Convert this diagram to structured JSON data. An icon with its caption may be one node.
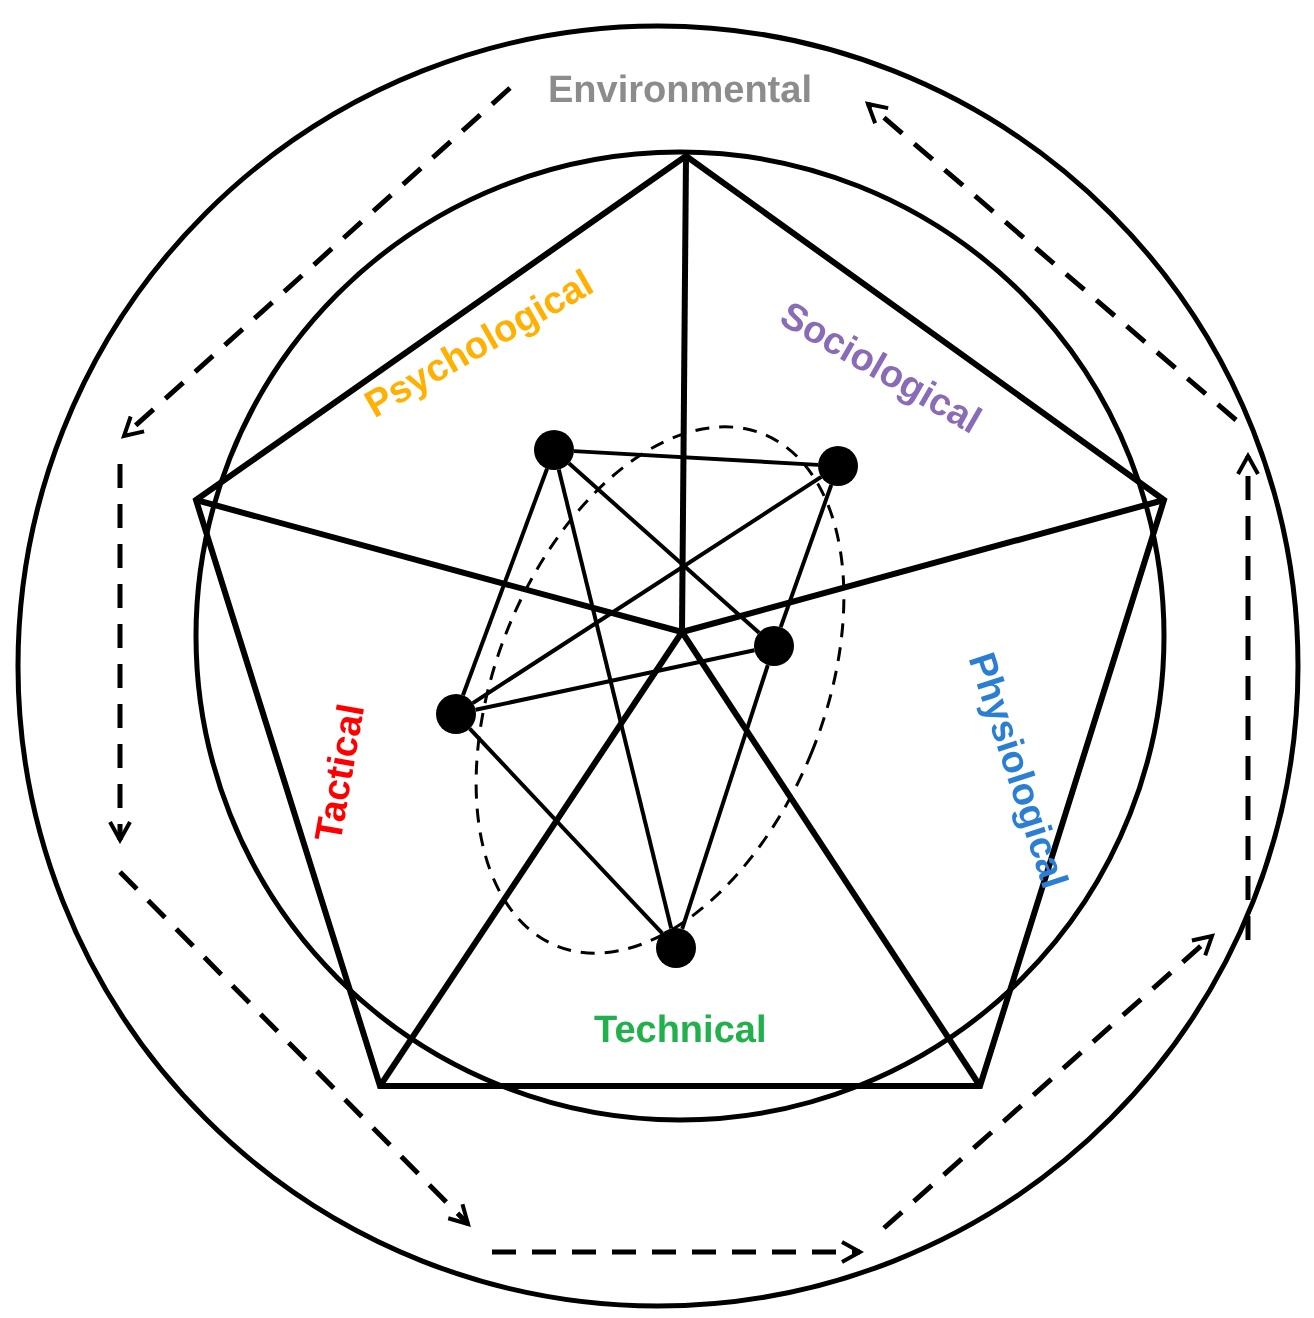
{
  "diagram": {
    "nodes": [
      {
        "text": [],
        "shape": "circle"
      },
      {
        "text": [],
        "shape": "circle"
      },
      {
        "text": [],
        "shape": "circle"
      },
      {
        "text": [],
        "shape": "circle"
      },
      {
        "text": [],
        "shape": "circle"
      }
    ],
    "edges": [
      {
        "from": 0,
        "to": 1,
        "arrow": "none"
      },
      {
        "from": 0,
        "to": 2,
        "arrow": "none"
      },
      {
        "from": 0,
        "to": 3,
        "arrow": "none"
      },
      {
        "from": 0,
        "to": 4,
        "arrow": "none"
      },
      {
        "from": 1,
        "to": 2,
        "arrow": "none"
      },
      {
        "from": 1,
        "to": 3,
        "arrow": "none"
      },
      {
        "from": 2,
        "to": 3,
        "arrow": "none"
      },
      {
        "from": 2,
        "to": 4,
        "arrow": "none"
      },
      {
        "from": 3,
        "to": 4,
        "arrow": "none"
      }
    ],
    "labels": [
      "Environmental",
      "Psychological",
      "Sociological",
      "Tactical",
      "Physiological",
      "Technical"
    ]
  }
}
